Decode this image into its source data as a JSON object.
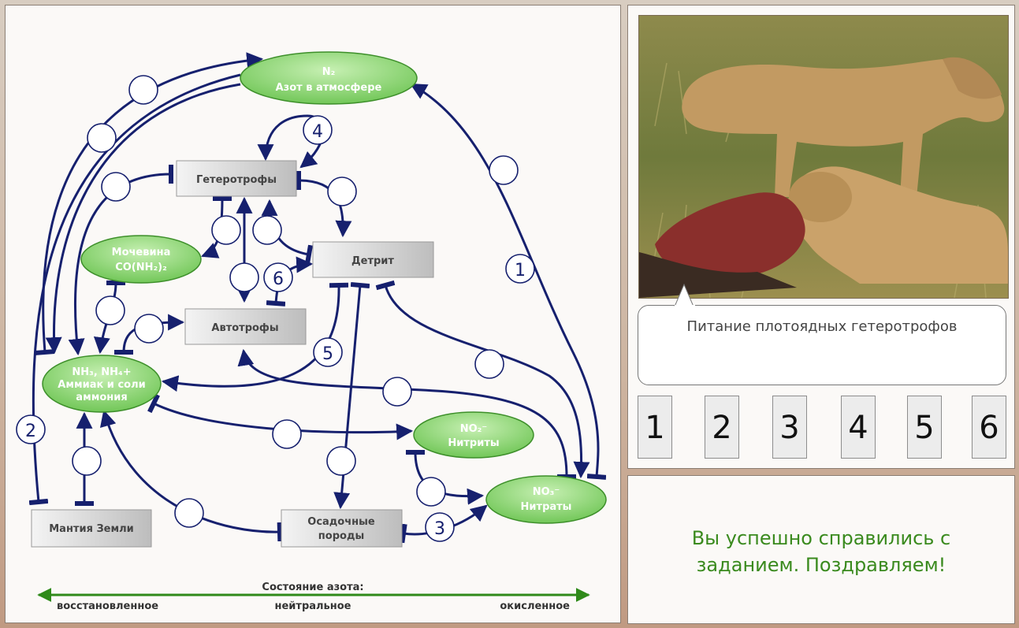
{
  "nodes": {
    "n2": {
      "formula": "N₂",
      "label": "Азот в атмосфере"
    },
    "heterotrophs": "Гетеротрофы",
    "urea": {
      "line1": "Мочевина",
      "line2": "CO(NH₂)₂"
    },
    "detritus": "Детрит",
    "autotrophs": "Автотрофы",
    "ammonia": {
      "line1": "NH₃, NH₄+",
      "line2": "Аммиак и соли",
      "line3": "аммония"
    },
    "nitrites": {
      "formula": "NO₂⁻",
      "label": "Нитриты"
    },
    "nitrates": {
      "formula": "NO₃⁻",
      "label": "Нитраты"
    },
    "mantle": "Мантия Земли",
    "sediments": {
      "line1": "Осадочные",
      "line2": "породы"
    }
  },
  "numbered_circles": [
    "1",
    "2",
    "3",
    "4",
    "5",
    "6"
  ],
  "legend": {
    "title": "Состояние азота:",
    "reduced": "восстановленное",
    "neutral": "нейтральное",
    "oxidized": "окисленное"
  },
  "photo_caption": "Питание плотоядных гетеротрофов",
  "answer_buttons": [
    "1",
    "2",
    "3",
    "4",
    "5",
    "6"
  ],
  "status_message": {
    "line1": "Вы успешно справились с",
    "line2": "заданием. Поздравляем!"
  },
  "colors": {
    "arrow": "#16206e",
    "ellipse_fill": "#8fd97a",
    "ellipse_stroke": "#3d8f2a",
    "legend_arrow": "#2f8a1a",
    "success_text": "#3a8a1e"
  }
}
